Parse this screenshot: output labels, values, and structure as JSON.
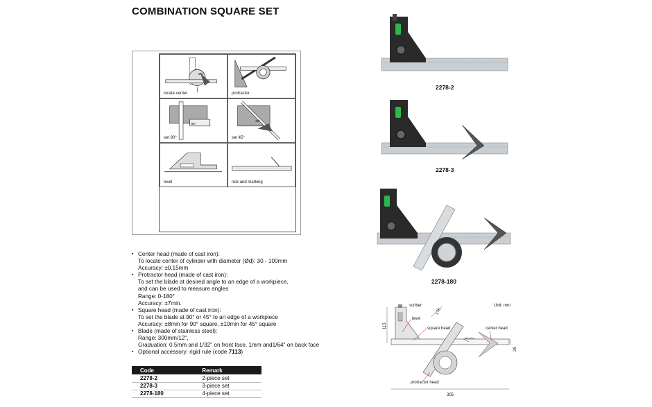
{
  "title": "COMBINATION SQUARE SET",
  "usage": [
    {
      "label": "locate center"
    },
    {
      "label": "protractor"
    },
    {
      "label": "set 90°"
    },
    {
      "label": "set 45°"
    },
    {
      "label": "level"
    },
    {
      "label": "rule and marking"
    }
  ],
  "specs": [
    {
      "head": "Center head (made of cast iron):",
      "lines": [
        "To locate center of cylinder with diameter (Ød): 30 - 100mm",
        "Accuracy: ±0.15mm"
      ]
    },
    {
      "head": "Protractor head (made of cast iron):",
      "lines": [
        "To set the blade at desired angle to an edge of a workpiece,",
        "and can be used to measure angles",
        "Range: 0-180°",
        "Accuracy: ±7min."
      ]
    },
    {
      "head": "Square head (made of cast iron):",
      "lines": [
        "To set the blade at  90° or  45° to an edge of a workpiece",
        "Accuracy: ±8min for 90° square,  ±10min for 45° square"
      ]
    },
    {
      "head": "Blade (made of stainless steel):",
      "lines": [
        "Range: 300mm/12\",",
        "Graduation: 0.5mm and 1/32\" on front face, 1mm and1/64\" on back face"
      ]
    }
  ],
  "accessory": {
    "text": "Optional accessory: rigid rule (code ",
    "code": "7113",
    "close": ")"
  },
  "table": {
    "headers": [
      "Code",
      "Remark"
    ],
    "rows": [
      [
        "2278-2",
        "2-piece set"
      ],
      [
        "2278-3",
        "3-piece set"
      ],
      [
        "2278-180",
        "4-piece set"
      ]
    ]
  },
  "models": [
    "2278-2",
    "2278-3",
    "2278-180"
  ],
  "drawing": {
    "unit": "Unit: mm",
    "labels": {
      "scriber": "scriber",
      "level": "level",
      "square_head": "square head",
      "blade": "blade",
      "center_head": "center head",
      "protractor_head": "protractor head"
    },
    "dims": {
      "height": "115",
      "diag": "176",
      "width": "305",
      "side": "25"
    }
  },
  "colors": {
    "level_vial": "#2db84a",
    "head": "#2a2a2a",
    "blade": "#c9ced3",
    "table_header": "#1a1a1a"
  }
}
